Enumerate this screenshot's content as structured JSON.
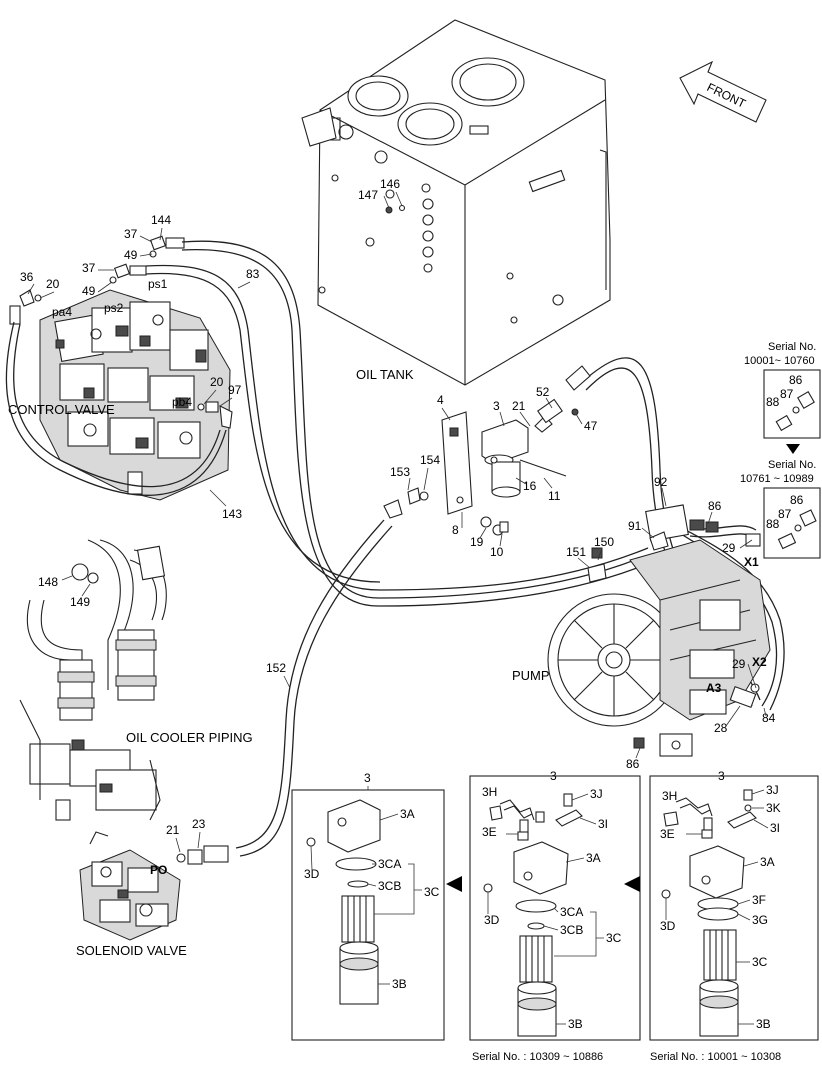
{
  "labels": {
    "front": "FRONT",
    "oil_tank": "OIL TANK",
    "control_valve": "CONTROL VALVE",
    "oil_cooler_piping": "OIL COOLER PIPING",
    "solenoid_valve": "SOLENOID VALVE",
    "pump": "PUMP",
    "port_ps1": "ps1",
    "port_ps2": "ps2",
    "port_pa4": "pa4",
    "port_pb4": "pb4",
    "port_x1": "X1",
    "port_x2": "X2",
    "port_a3": "A3",
    "port_po": "PO"
  },
  "part_numbers": {
    "p146": "146",
    "p147": "147",
    "p144": "144",
    "p37a": "37",
    "p49a": "49",
    "p37b": "37",
    "p49b": "49",
    "p83": "83",
    "p36": "36",
    "p20a": "20",
    "p20b": "20",
    "p97": "97",
    "p143": "143",
    "p4": "4",
    "p3": "3",
    "p21a": "21",
    "p52": "52",
    "p47": "47",
    "p153": "153",
    "p154": "154",
    "p16": "16",
    "p11": "11",
    "p8": "8",
    "p19": "19",
    "p10": "10",
    "p92": "92",
    "p86a": "86",
    "p91": "91",
    "p150": "150",
    "p151": "151",
    "p29a": "29",
    "p148": "148",
    "p149": "149",
    "p152": "152",
    "p29b": "29",
    "p28": "28",
    "p84": "84",
    "p86b": "86",
    "p21b": "21",
    "p23": "23",
    "p86c": "86",
    "p87a": "87",
    "p88a": "88",
    "p86d": "86",
    "p87b": "87",
    "p88b": "88"
  },
  "serials": {
    "top_box_title": "Serial No.",
    "top_box_range": "10001~ 10760",
    "bottom_box_title": "Serial No.",
    "bottom_box_range": "10761 ~ 10989",
    "panel2_serial": "Serial No. : 10309 ~ 10886",
    "panel3_serial": "Serial No. : 10001 ~ 10308"
  },
  "panels": {
    "panel1": {
      "title": "3",
      "p3A": "3A",
      "p3D": "3D",
      "p3CA": "3CA",
      "p3CB": "3CB",
      "p3C": "3C",
      "p3B": "3B"
    },
    "panel2": {
      "title": "3",
      "p3H": "3H",
      "p3J": "3J",
      "p3E": "3E",
      "p3I": "3I",
      "p3A": "3A",
      "p3D": "3D",
      "p3CA": "3CA",
      "p3CB": "3CB",
      "p3C": "3C",
      "p3B": "3B"
    },
    "panel3": {
      "title": "3",
      "p3H": "3H",
      "p3J": "3J",
      "p3K": "3K",
      "p3E": "3E",
      "p3I": "3I",
      "p3A": "3A",
      "p3D": "3D",
      "p3F": "3F",
      "p3G": "3G",
      "p3C": "3C",
      "p3B": "3B"
    }
  }
}
